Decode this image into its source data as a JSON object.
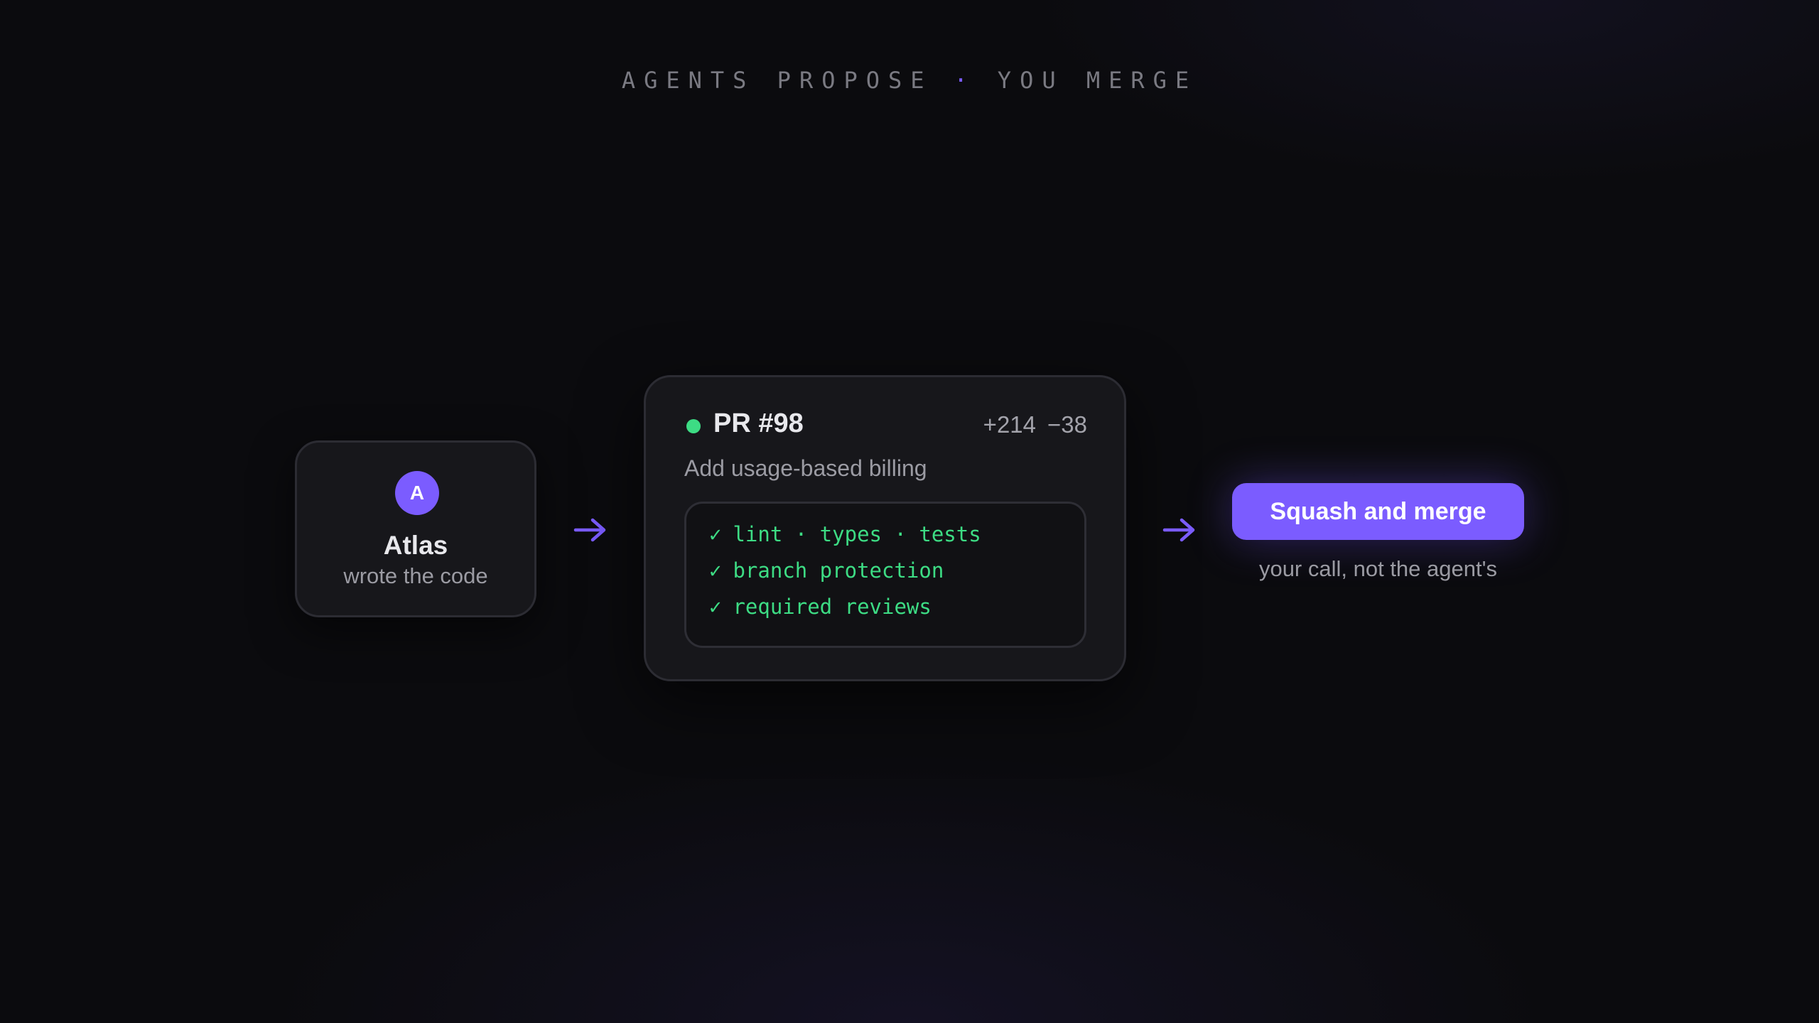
{
  "headline": {
    "left": "AGENTS PROPOSE",
    "separator": "·",
    "right": "YOU MERGE"
  },
  "agent": {
    "avatar_letter": "A",
    "name": "Atlas",
    "role": "wrote the code"
  },
  "pull_request": {
    "status": "open",
    "status_color": "#3ddc84",
    "number": "PR #98",
    "additions": "+214",
    "deletions": "−38",
    "title": "Add usage-based billing",
    "checks": [
      {
        "icon": "✓",
        "label": "lint · types · tests"
      },
      {
        "icon": "✓",
        "label": "branch protection"
      },
      {
        "icon": "✓",
        "label": "required reviews"
      }
    ]
  },
  "merge": {
    "button_label": "Squash and merge",
    "caption": "your call, not the agent's"
  },
  "colors": {
    "accent": "#7b5cff",
    "success": "#3ddc84",
    "background": "#0b0b0e",
    "card": "#17171b"
  },
  "icons": {
    "flow_arrow": "arrow-right-icon",
    "check": "check-icon",
    "status": "status-dot-icon"
  }
}
